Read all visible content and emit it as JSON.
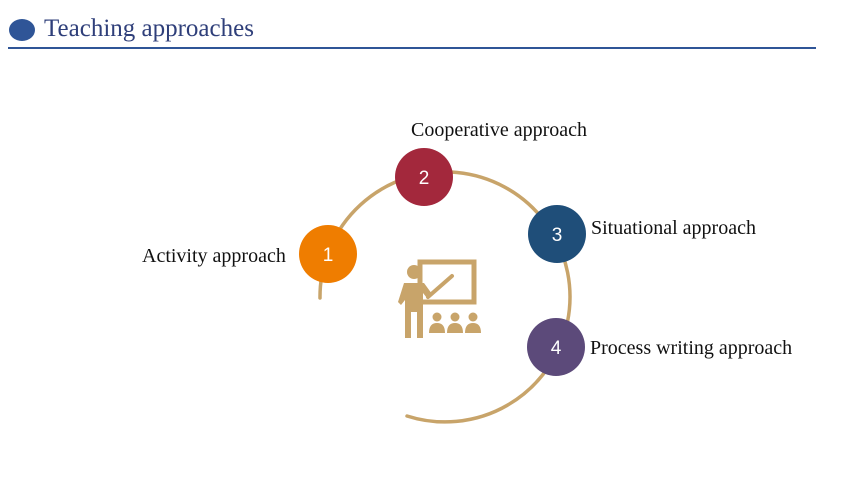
{
  "header": {
    "title": "Teaching approaches",
    "accent_color": "#2f5597"
  },
  "diagram": {
    "ring_color": "#c8a46a",
    "center_icon": "teacher-presenting-icon",
    "steps": [
      {
        "number": "1",
        "label": "Activity approach",
        "color": "#ef7d00"
      },
      {
        "number": "2",
        "label": "Cooperative approach",
        "color": "#a3283c"
      },
      {
        "number": "3",
        "label": "Situational approach",
        "color": "#1f4e79"
      },
      {
        "number": "4",
        "label": "Process writing approach",
        "color": "#5c4a7a"
      }
    ]
  }
}
